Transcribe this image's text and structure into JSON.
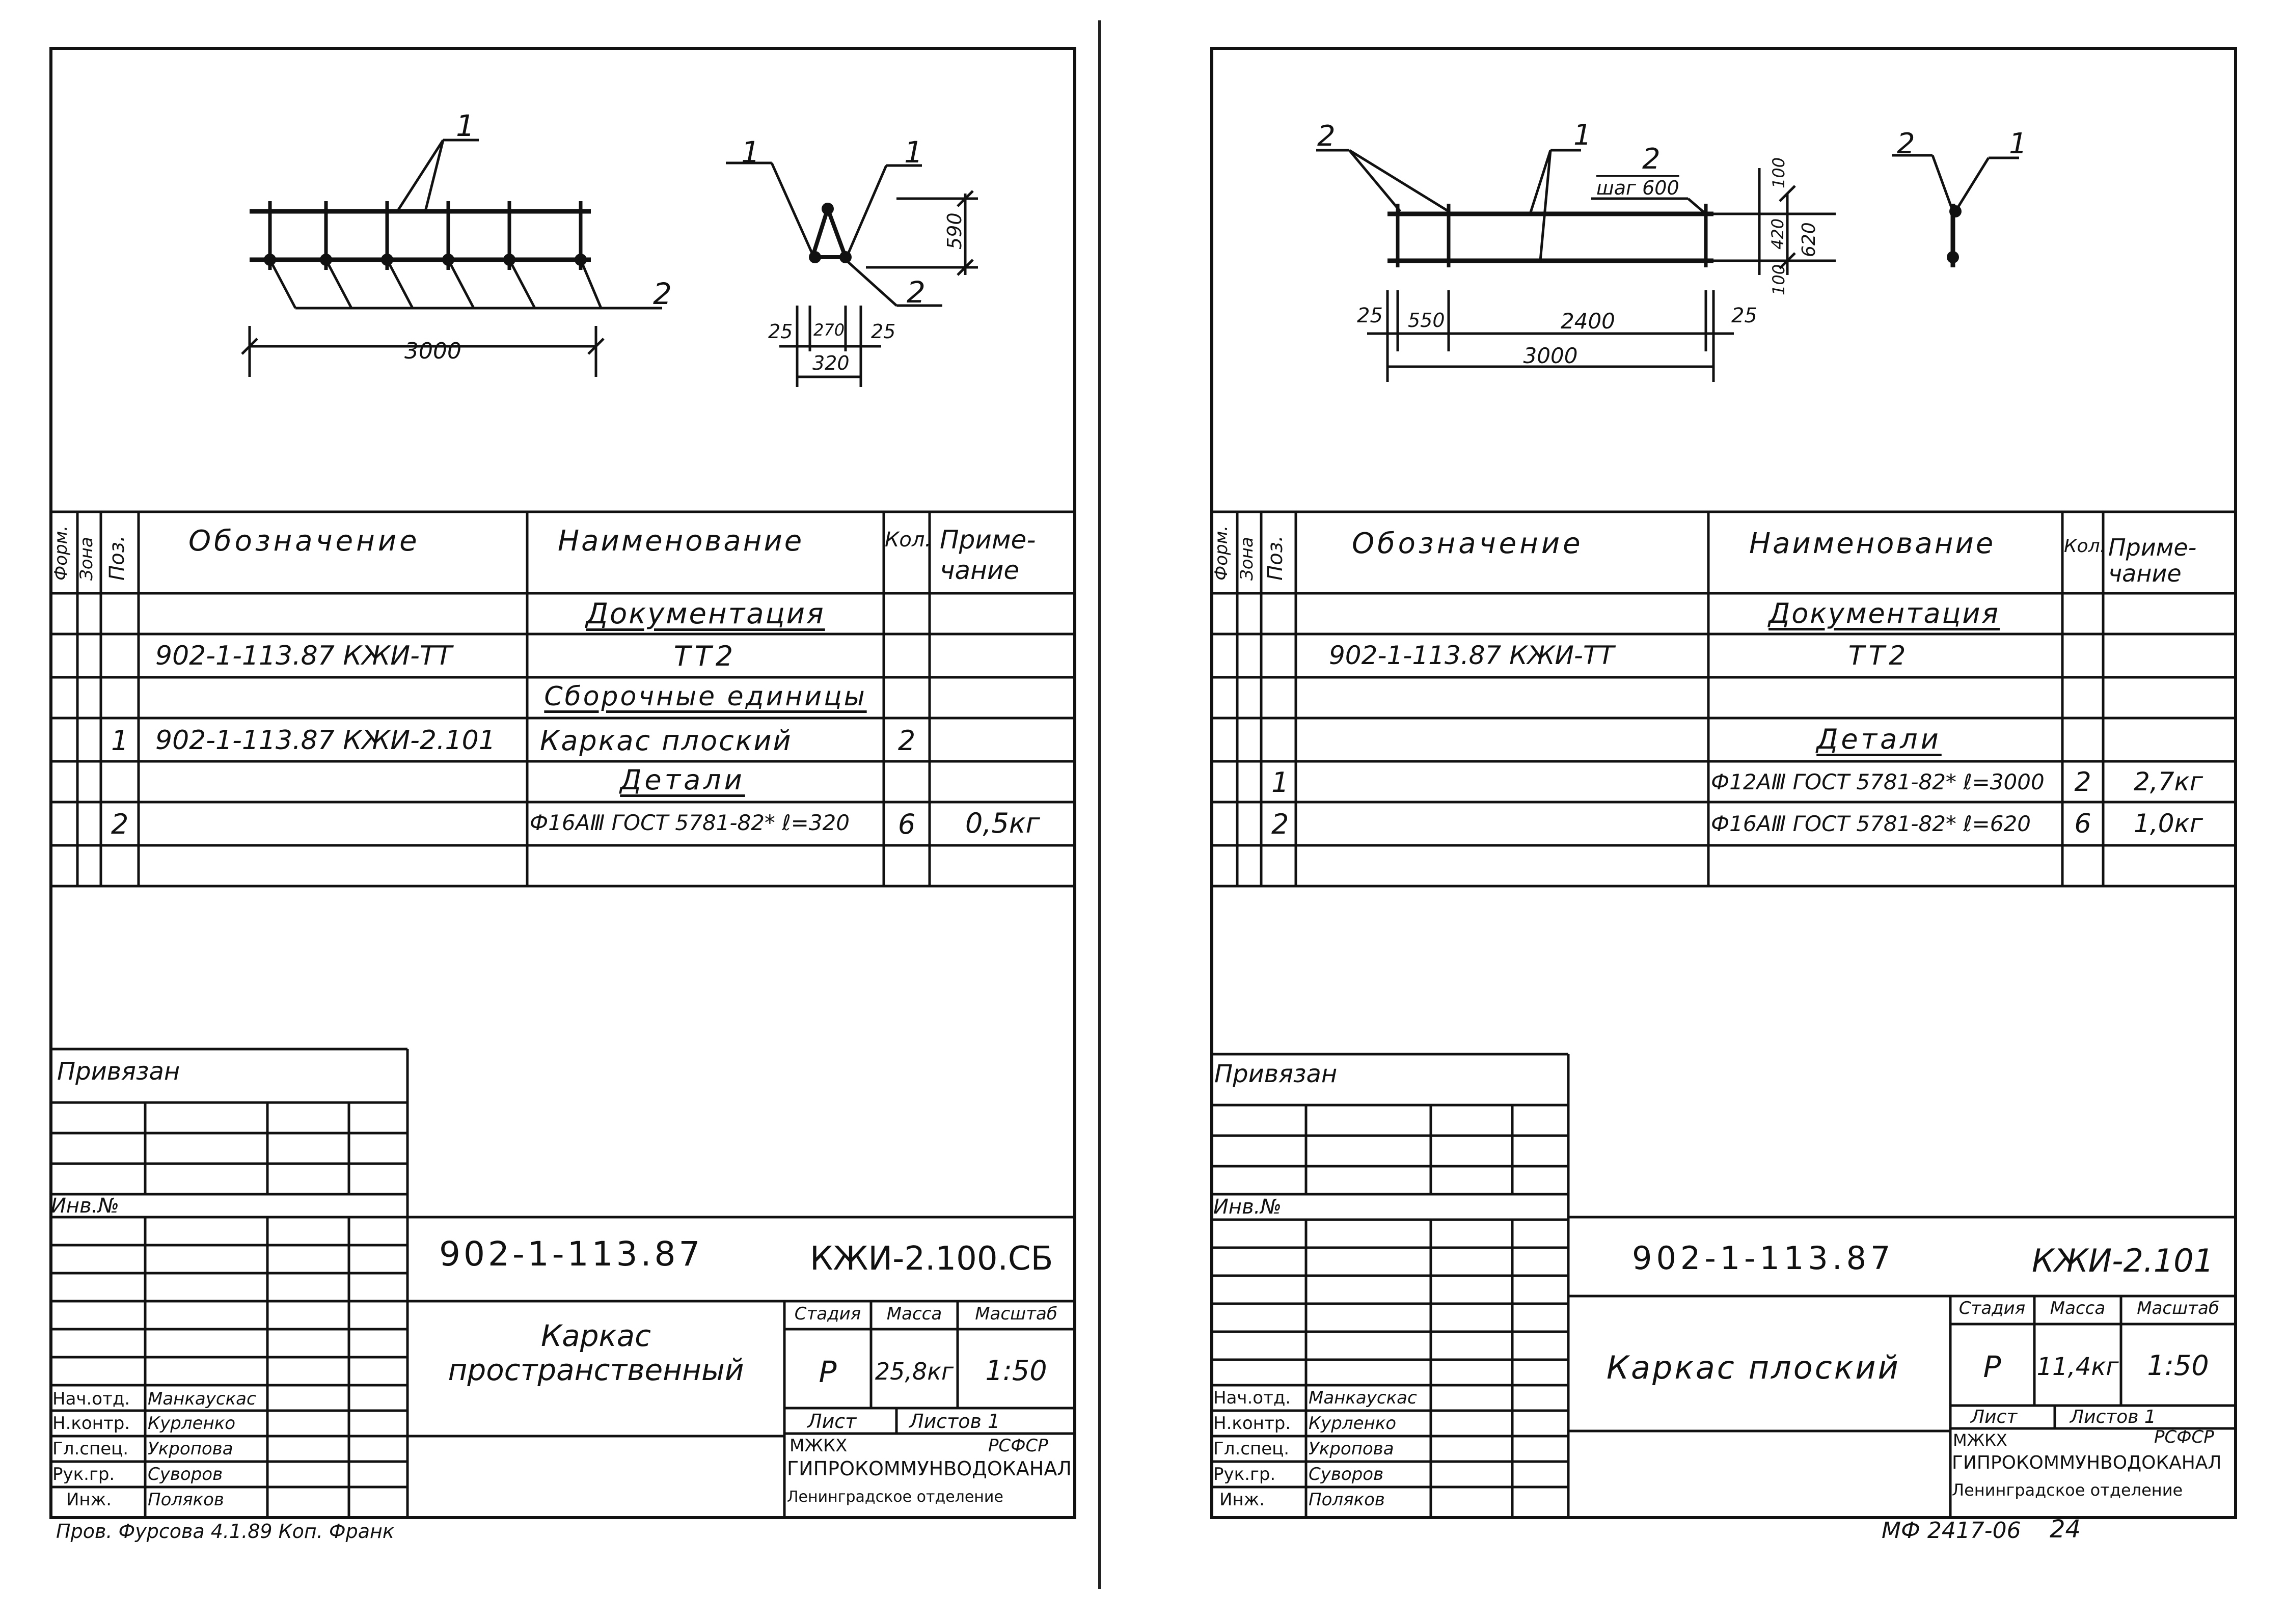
{
  "sheets": [
    {
      "drawing": {
        "left_callouts": {
          "plate_pos": "1",
          "bar_pos": "2",
          "length": "3000"
        },
        "section": {
          "pos_a": "1",
          "pos_b": "1",
          "pos_c": "2",
          "height": "590",
          "dim_a": "25",
          "dim_b": "270",
          "dim_c": "25",
          "total": "320"
        }
      },
      "headers": {
        "form": "Форм.",
        "zone": "Зона",
        "pos": "Поз.",
        "designation": "Обозначение",
        "name": "Наименование",
        "qty": "Кол.",
        "note": "Приме-\nчание"
      },
      "rows": [
        {
          "pos": "",
          "designation": "",
          "name": "Документация",
          "qty": "",
          "note": ""
        },
        {
          "pos": "",
          "designation": "902-1-113.87  КЖИ-ТТ",
          "name": "ТТ2",
          "qty": "",
          "note": ""
        },
        {
          "pos": "",
          "designation": "",
          "name": "Сборочные единицы",
          "qty": "",
          "note": ""
        },
        {
          "pos": "1",
          "designation": "902-1-113.87 КЖИ-2.101",
          "name": "Каркас плоский",
          "qty": "2",
          "note": ""
        },
        {
          "pos": "",
          "designation": "",
          "name": "Детали",
          "qty": "",
          "note": ""
        },
        {
          "pos": "2",
          "designation": "",
          "name": "Ф16АⅢ ГОСТ 5781-82* ℓ=320",
          "qty": "6",
          "note": "0,5кг"
        },
        {
          "pos": "",
          "designation": "",
          "name": "",
          "qty": "",
          "note": ""
        }
      ],
      "stamp": {
        "attached": "Привязан",
        "inv_no": "Инв.№",
        "doc_no": "902-1-113.87",
        "doc_code": "КЖИ-2.100.СБ",
        "title": "Каркас пространственный",
        "stage_label": "Стадия",
        "mass_label": "Масса",
        "scale_label": "Масштаб",
        "stage": "Р",
        "mass": "25,8кг",
        "scale": "1:50",
        "sheet_label": "Лист",
        "sheets_label": "Листов 1",
        "org1": "МЖКХ",
        "org1b": "РСФСР",
        "org2": "ГИПРОКОММУНВОДОКАНАЛ",
        "org3": "Ленинградское отделение",
        "staff": [
          {
            "role": "Нач.отд.",
            "name": "Манкаускас"
          },
          {
            "role": "Н.контр.",
            "name": "Курленко"
          },
          {
            "role": "Гл.спец.",
            "name": "Укропова"
          },
          {
            "role": "Рук.гр.",
            "name": "Суворов"
          },
          {
            "role": "Инж.",
            "name": "Поляков"
          }
        ]
      },
      "footer_note": "Пров. Фурсова  4.1.89 Коп. Франк"
    },
    {
      "drawing": {
        "callouts": {
          "bar_pos": "2",
          "plate_pos": "1",
          "pos2": "2",
          "step": "шаг 600",
          "h_top": "100",
          "h_mid": "420",
          "h_bot": "100",
          "h_total": "620",
          "d_a": "25",
          "d_b": "550",
          "d_c": "2400",
          "d_d": "25",
          "length": "3000",
          "section_pos2": "2",
          "section_pos1": "1"
        }
      },
      "headers": {
        "form": "Форм.",
        "zone": "Зона",
        "pos": "Поз.",
        "designation": "Обозначение",
        "name": "Наименование",
        "qty": "Кол.",
        "note": "Приме-\nчание"
      },
      "rows": [
        {
          "pos": "",
          "designation": "",
          "name": "Документация",
          "qty": "",
          "note": ""
        },
        {
          "pos": "",
          "designation": "902-1-113.87    КЖИ-ТТ",
          "name": "ТТ2",
          "qty": "",
          "note": ""
        },
        {
          "pos": "",
          "designation": "",
          "name": "",
          "qty": "",
          "note": ""
        },
        {
          "pos": "",
          "designation": "",
          "name": "Детали",
          "qty": "",
          "note": ""
        },
        {
          "pos": "1",
          "designation": "",
          "name": "Ф12АⅢ ГОСТ 5781-82* ℓ=3000",
          "qty": "2",
          "note": "2,7кг"
        },
        {
          "pos": "2",
          "designation": "",
          "name": "Ф16АⅢ ГОСТ 5781-82* ℓ=620",
          "qty": "6",
          "note": "1,0кг"
        },
        {
          "pos": "",
          "designation": "",
          "name": "",
          "qty": "",
          "note": ""
        }
      ],
      "stamp": {
        "attached": "Привязан",
        "inv_no": "Инв.№",
        "doc_no": "902-1-113.87",
        "doc_code": "КЖИ-2.101",
        "title": "Каркас плоский",
        "stage_label": "Стадия",
        "mass_label": "Масса",
        "scale_label": "Масштаб",
        "stage": "Р",
        "mass": "11,4кг",
        "scale": "1:50",
        "sheet_label": "Лист",
        "sheets_label": "Листов 1",
        "org1": "МЖКХ",
        "org1b": "РСФСР",
        "org2": "ГИПРОКОММУНВОДОКАНАЛ",
        "org3": "Ленинградское отделение",
        "staff": [
          {
            "role": "Нач.отд.",
            "name": "Манкаускас"
          },
          {
            "role": "Н.контр.",
            "name": "Курленко"
          },
          {
            "role": "Гл.спец.",
            "name": "Укропова"
          },
          {
            "role": "Рук.гр.",
            "name": "Суворов"
          },
          {
            "role": "Инж.",
            "name": "Поляков"
          }
        ]
      },
      "footer_note": "МФ 2417-06",
      "page_no": "24"
    }
  ]
}
